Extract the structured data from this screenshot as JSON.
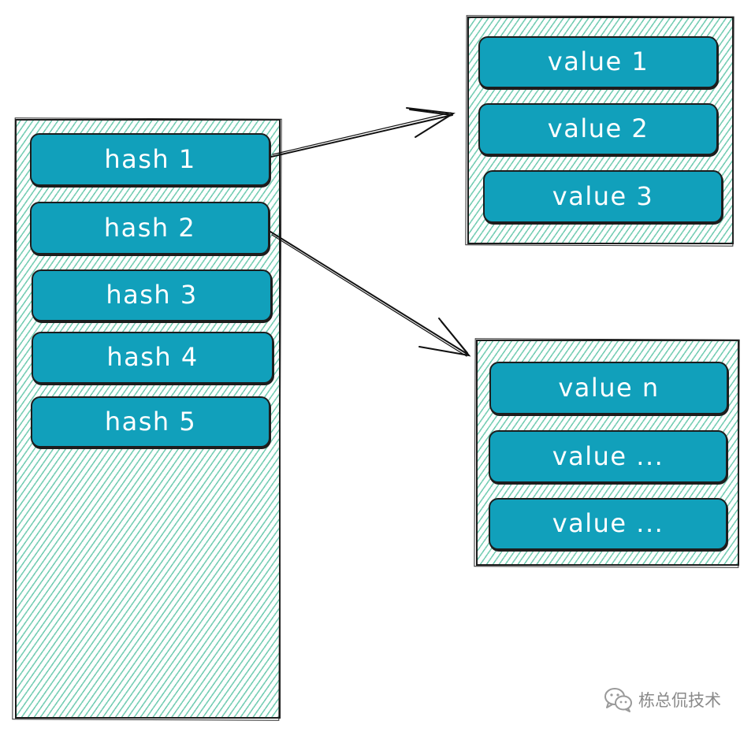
{
  "hash_table": {
    "items": [
      {
        "label": "hash 1"
      },
      {
        "label": "hash 2"
      },
      {
        "label": "hash 3"
      },
      {
        "label": "hash 4"
      },
      {
        "label": "hash 5"
      }
    ]
  },
  "value_group_1": {
    "items": [
      {
        "label": "value 1"
      },
      {
        "label": "value 2"
      },
      {
        "label": "value 3"
      }
    ]
  },
  "value_group_2": {
    "items": [
      {
        "label": "value n"
      },
      {
        "label": "value ..."
      },
      {
        "label": "value ..."
      }
    ]
  },
  "watermark": {
    "text": "栋总侃技术",
    "icon": "wechat-icon"
  },
  "colors": {
    "pill_fill": "#11a0bb",
    "hatch": "#4abe9c",
    "outline": "#1d1d1d"
  }
}
